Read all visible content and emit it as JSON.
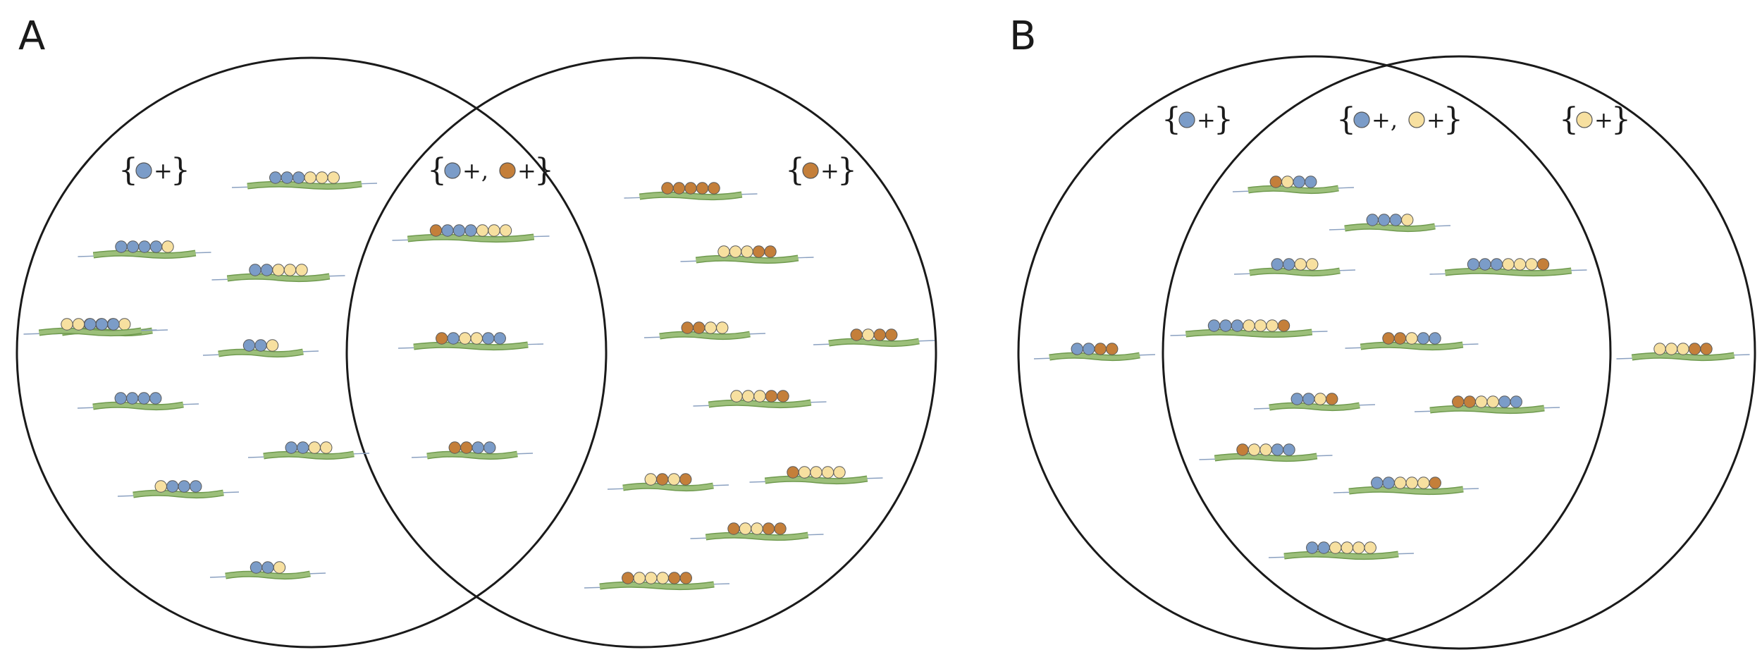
{
  "panels": [
    {
      "label": "A",
      "regions": [
        {
          "tokens": [
            {
              "color": "blue",
              "suffix": "+"
            }
          ]
        },
        {
          "tokens": [
            {
              "color": "blue",
              "suffix": "+,"
            },
            {
              "color": "orange",
              "suffix": "+"
            }
          ]
        },
        {
          "tokens": [
            {
              "color": "orange",
              "suffix": "+"
            }
          ]
        }
      ]
    },
    {
      "label": "B",
      "regions": [
        {
          "tokens": [
            {
              "color": "blue",
              "suffix": "+"
            }
          ]
        },
        {
          "tokens": [
            {
              "color": "blue",
              "suffix": "+,"
            },
            {
              "color": "yellow",
              "suffix": "+"
            }
          ]
        },
        {
          "tokens": [
            {
              "color": "yellow",
              "suffix": "+"
            }
          ]
        }
      ]
    }
  ],
  "colors": {
    "blue": "#7b9cc8",
    "orange": "#c47f3a",
    "yellow": "#f7e0a0",
    "strand": "#9cbf7a",
    "strand_edge": "#6f9a4e",
    "axis_line": "#8aa0c0",
    "circle_stroke": "#1a1a1a"
  },
  "molecules": {
    "A": [
      "bbbyyy",
      "bbbby",
      "bbyyy",
      "bbby",
      "bby",
      "bbbb",
      "bbyy",
      "ybbb",
      "bby",
      "yybbb",
      "obbbyyy",
      "obyybb",
      "oobb",
      "ooooo",
      "yyyoo",
      "ooyy",
      "oyoo",
      "yyyoo",
      "yoyo",
      "oyyyy",
      "oyyoo",
      "oyyyoo"
    ],
    "B": [
      "bboo",
      "oybb",
      "bbby",
      "bbyy",
      "bbbyyyo",
      "bbbyyyo",
      "ooybb",
      "bbyo",
      "ooyybb",
      "oyybb",
      "bbyyyo",
      "bbyyyy",
      "yyyoo"
    ]
  }
}
